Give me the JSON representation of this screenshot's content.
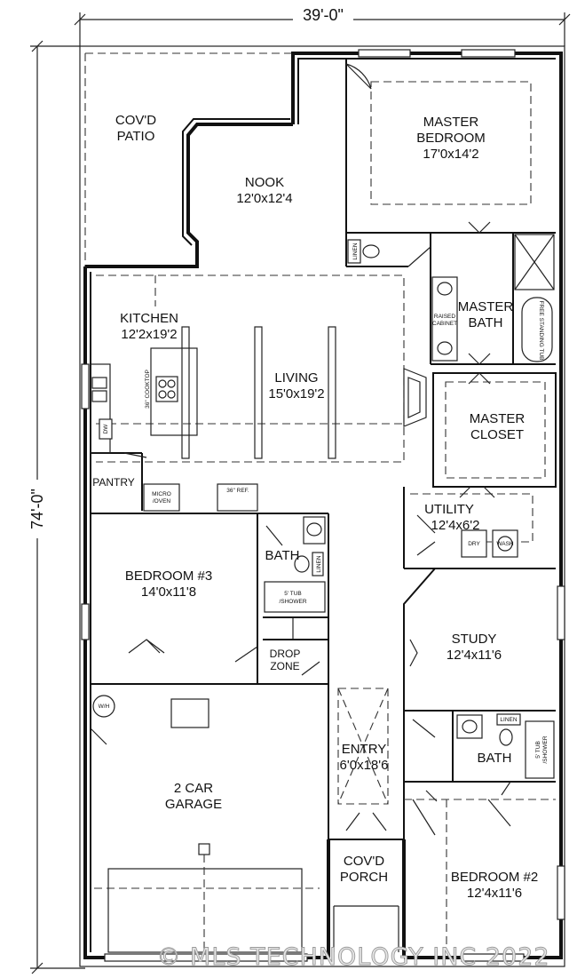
{
  "dimensions": {
    "width": "39'-0\"",
    "height": "74'-0\""
  },
  "rooms": {
    "patio": {
      "line1": "COV'D",
      "line2": "PATIO"
    },
    "nook": {
      "name": "NOOK",
      "size": "12'0x12'4"
    },
    "master_bedroom": {
      "line1": "MASTER",
      "line2": "BEDROOM",
      "size": "17'0x14'2"
    },
    "kitchen": {
      "name": "KITCHEN",
      "size": "12'2x19'2"
    },
    "living": {
      "name": "LIVING",
      "size": "15'0x19'2"
    },
    "master_bath": {
      "line1": "MASTER",
      "line2": "BATH"
    },
    "master_closet": {
      "line1": "MASTER",
      "line2": "CLOSET"
    },
    "pantry": {
      "name": "PANTRY"
    },
    "utility": {
      "name": "UTILITY",
      "size": "12'4x6'2"
    },
    "bedroom3": {
      "name": "BEDROOM #3",
      "size": "14'0x11'8"
    },
    "bath3": {
      "name": "BATH"
    },
    "drop_zone": {
      "line1": "DROP",
      "line2": "ZONE"
    },
    "study": {
      "name": "STUDY",
      "size": "12'4x11'6"
    },
    "garage": {
      "line1": "2 CAR",
      "line2": "GARAGE"
    },
    "entry": {
      "name": "ENTRY",
      "size": "6'0x18'6"
    },
    "bath2": {
      "name": "BATH"
    },
    "porch": {
      "line1": "COV'D",
      "line2": "PORCH"
    },
    "bedroom2": {
      "name": "BEDROOM #2",
      "size": "12'4x11'6"
    }
  },
  "fixtures": {
    "linen_master": "LINEN",
    "raised_cabinet_1": "RAISED",
    "raised_cabinet_2": "CABINET",
    "tub": "FREE STANDING TUB",
    "cooktop": "36\" COOKTOP",
    "dw": "DW",
    "micro_1": "MICRO",
    "micro_2": "/OVEN",
    "ref": "36\" REF.",
    "dry": "DRY",
    "wash": "WASH",
    "linen_bath3": "LINEN",
    "tub_shower_1a": "5' TUB",
    "tub_shower_1b": "/SHOWER",
    "wh": "W/H",
    "linen_bath2": "LINEN",
    "tub_shower_2a": "5' TUB",
    "tub_shower_2b": "/SHOWER"
  },
  "watermark": "© MLS TECHNOLOGY INC 2022"
}
